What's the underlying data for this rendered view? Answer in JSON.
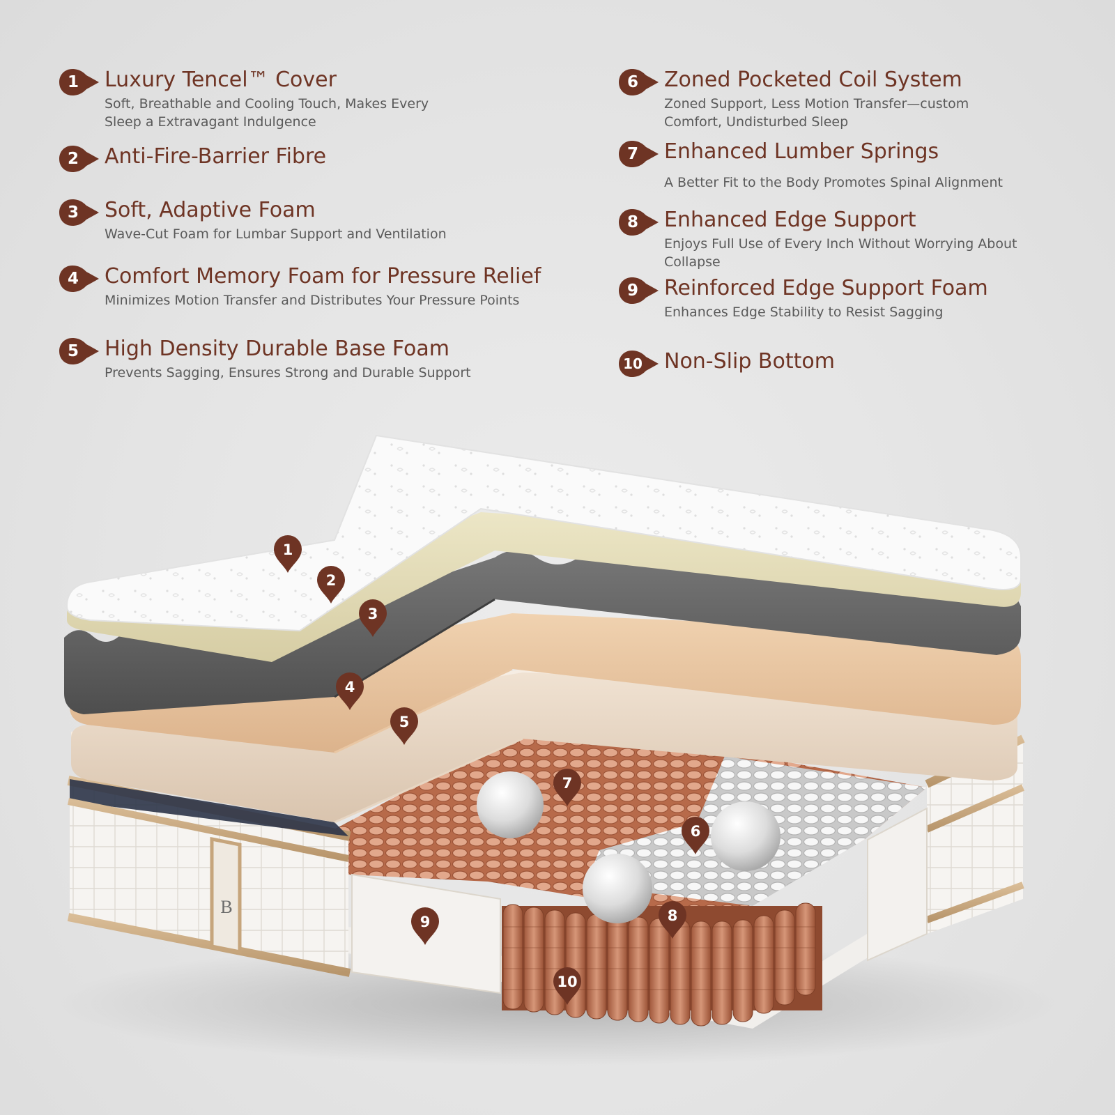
{
  "colors": {
    "accent": "#6e3424",
    "text": "#5a5a5a",
    "background": "#e6e6e6"
  },
  "features": [
    {
      "num": "1",
      "title": "Luxury Tencel™ Cover",
      "desc": "Soft, Breathable and Cooling Touch, Makes Every\nSleep a Extravagant Indulgence"
    },
    {
      "num": "2",
      "title": "Anti-Fire-Barrier Fibre",
      "desc": ""
    },
    {
      "num": "3",
      "title": "Soft, Adaptive Foam",
      "desc": "Wave-Cut Foam for Lumbar Support and Ventilation"
    },
    {
      "num": "4",
      "title": "Comfort Memory Foam for Pressure Relief",
      "desc": "Minimizes Motion Transfer and Distributes Your Pressure Points"
    },
    {
      "num": "5",
      "title": "High Density Durable Base Foam",
      "desc": "Prevents Sagging, Ensures Strong and Durable Support"
    },
    {
      "num": "6",
      "title": "Zoned Pocketed Coil System",
      "desc": "Zoned Support, Less Motion Transfer—custom\nComfort, Undisturbed Sleep"
    },
    {
      "num": "7",
      "title": "Enhanced Lumber Springs",
      "desc": "A Better Fit to the Body Promotes Spinal Alignment"
    },
    {
      "num": "8",
      "title": "Enhanced Edge Support",
      "desc": "Enjoys Full Use of Every Inch Without Worrying About\nCollapse"
    },
    {
      "num": "9",
      "title": "Reinforced Edge Support Foam",
      "desc": "Enhances Edge Stability to Resist Sagging"
    },
    {
      "num": "10",
      "title": "Non-Slip Bottom",
      "desc": ""
    }
  ],
  "pins": [
    "1",
    "2",
    "3",
    "4",
    "5",
    "6",
    "7",
    "8",
    "9",
    "10"
  ],
  "brand_mark": "B"
}
